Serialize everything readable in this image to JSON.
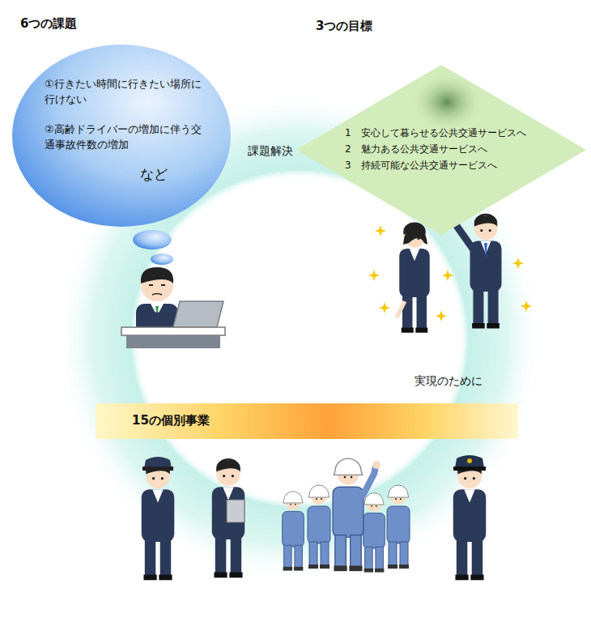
{
  "diagram": {
    "nodes": [
      {
        "text": [
          "6つの課題",
          "①行きたい時間に行きたい場所に行けない",
          "②高齢ドライバーの増加に伴う交通事故件数の増加",
          "など"
        ]
      },
      {
        "text": [
          "3つの目標",
          "1　安心して暮らせる公共交通サービスへ",
          "2　魅力ある公共交通サービスへ",
          "3　持続可能な公共交通サービスへ"
        ]
      },
      {
        "text": [
          "15の個別事業"
        ]
      }
    ],
    "labels": [
      "課題解決",
      "実現のために"
    ]
  }
}
